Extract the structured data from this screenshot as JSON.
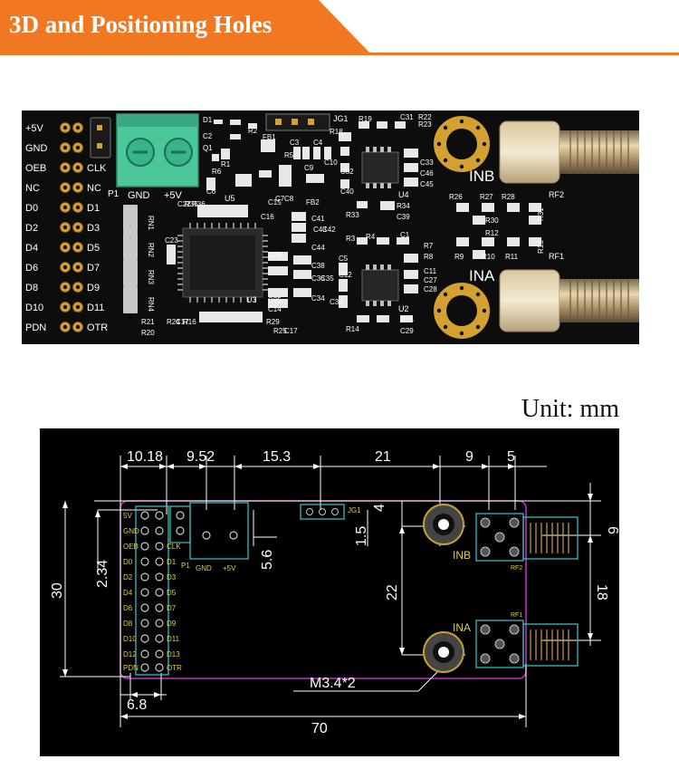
{
  "header": {
    "title": "3D and Positioning Holes"
  },
  "unit_label": "Unit: mm",
  "colors": {
    "accent": "#f07822",
    "pcb": "#0d0d0d",
    "gold": "#d4a030",
    "terminal": "#4cc79a",
    "cad_outline": "#c030c0",
    "cad_dim": "#ffffff",
    "cad_part": "#3ccccc",
    "cad_text": "#e0d040"
  },
  "pcb": {
    "header_left": [
      "+5V",
      "GND",
      "OEB",
      "NC",
      "D0",
      "D2",
      "D4",
      "D6",
      "D8",
      "D10",
      "PDN"
    ],
    "header_right": [
      "",
      "",
      "CLK",
      "NC",
      "D1",
      "D3",
      "D5",
      "D7",
      "D9",
      "D11",
      "OTR"
    ],
    "p1": "P1",
    "gnd": "GND",
    "v5": "+5V",
    "inb": "INB",
    "ina": "INA",
    "rf1": "RF1",
    "rf2": "RF2",
    "u1": "U1",
    "u2": "U2",
    "u3": "U3",
    "u4": "U4",
    "u5": "U5",
    "jg1": "JG1",
    "fb1": "FB1",
    "fb2": "FB2",
    "r1": "R1",
    "r2": "R2",
    "r3": "R3",
    "r4": "R4",
    "r5": "R5",
    "r6": "R6",
    "r7": "R7",
    "r8": "R8",
    "r9": "R9",
    "r10": "R10",
    "r11": "R11",
    "r12": "R12",
    "r13": "R13",
    "r14": "R14",
    "r15": "R15",
    "r16": "R16",
    "r17": "R17",
    "r18": "R18",
    "r19": "R19",
    "r20": "R20",
    "r21": "R21",
    "r22": "R22",
    "r23": "R23",
    "r24": "R24",
    "r25": "R25",
    "r26": "R26",
    "r27": "R27",
    "r28": "R28",
    "r29": "R29",
    "r30": "R30",
    "r31": "R31",
    "r33": "R33",
    "r34": "R34",
    "r35": "R35",
    "r36": "R36",
    "c1": "C1",
    "c2": "C2",
    "c3": "C3",
    "c4": "C4",
    "c5": "C5",
    "c6": "C6",
    "c7": "C7",
    "c8": "C8",
    "c9": "C9",
    "c10": "C10",
    "c11": "C11",
    "c12": "C12",
    "c14": "C14",
    "c15": "C15",
    "c16": "C16",
    "c17": "C17",
    "c22": "C22",
    "c23": "C23",
    "c25": "C25",
    "c27": "C27",
    "c28": "C28",
    "c29": "C29",
    "c30": "C30",
    "c31": "C31",
    "c32": "C32",
    "c33": "C33",
    "c34": "C34",
    "c35": "C35",
    "c36": "C36",
    "c38": "C38",
    "c39": "C39",
    "c40": "C40",
    "c41": "C41",
    "c42": "C42",
    "c43": "C43",
    "c44": "C44",
    "c45": "C45",
    "c46": "C46",
    "d1": "D1",
    "q1": "Q1",
    "rn1": "RN1",
    "rn2": "RN2",
    "rn3": "RN3",
    "rn4": "RN4"
  },
  "cad": {
    "header_left": [
      "5V",
      "GND",
      "OEB",
      "D0",
      "D2",
      "D4",
      "D6",
      "D8",
      "D10",
      "D12",
      "PDN"
    ],
    "header_right": [
      "",
      "",
      "CLK",
      "D1",
      "D3",
      "D5",
      "D7",
      "D9",
      "D11",
      "D13",
      "OTR"
    ],
    "p1": "P1",
    "gnd": "GND",
    "v5": "+5V",
    "jg1": "JG1",
    "inb": "INB",
    "ina": "INA",
    "rf1": "RF1",
    "rf2": "RF2",
    "dims": {
      "d1018": "10.18",
      "d952": "9.52",
      "d153": "15.3",
      "d21": "21",
      "d9": "9",
      "d5": "5",
      "d4": "4",
      "d6": "6",
      "d15": "1.5",
      "d56": "5.6",
      "d234": "2.34",
      "d30": "30",
      "d22": "22",
      "d18": "18",
      "d68": "6.8",
      "d70": "70"
    },
    "hole_label": "M3.4*2"
  }
}
